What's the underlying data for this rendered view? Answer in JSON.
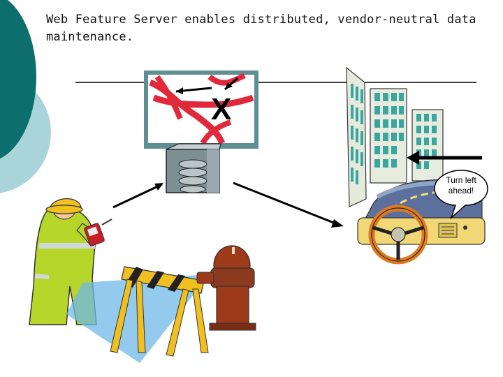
{
  "slide": {
    "title": "Web Feature Server enables distributed, vendor-neutral data maintenance.",
    "map_marker": "X",
    "speech_bubble": "Turn left ahead!"
  },
  "colors": {
    "teal_dark": "#0d6e6e",
    "teal_light": "#a9d4da",
    "road_red": "#e02a3c",
    "monitor_frame": "#5f8e94",
    "worker_yellow": "#b8d62a",
    "hydrant": "#9c3a1a",
    "barricade": "#f0c020",
    "dashboard": "#f2d777",
    "steering": "#e07a1e",
    "building_glass": "#3aa6a0"
  }
}
